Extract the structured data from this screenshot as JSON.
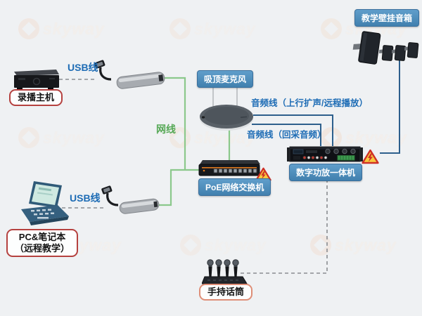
{
  "watermark": {
    "brand": "skyway"
  },
  "nodes": {
    "recorder": {
      "label": "录播主机"
    },
    "pc": {
      "label_line1": "PC&笔记本",
      "label_line2": "（远程教学）"
    },
    "handheld_mic": {
      "label": "手持话筒"
    },
    "ceiling_mic": {
      "label": "吸顶麦克风"
    },
    "poe_switch": {
      "label": "PoE网络交换机"
    },
    "amplifier": {
      "label": "数字功放一体机"
    },
    "speakers": {
      "label": "教学壁挂音箱"
    }
  },
  "cables": {
    "usb_top": {
      "label": "USB线"
    },
    "usb_bottom": {
      "label": "USB线"
    },
    "ethernet": {
      "label": "网线"
    },
    "audio_uplink": {
      "label": "音频线（上行扩声/远程播放）"
    },
    "audio_return": {
      "label": "音频线（回采音频）"
    }
  },
  "icons": {
    "warning_amplifier": "high-voltage-warning-icon",
    "warning_switch": "high-voltage-warning-icon"
  },
  "colors": {
    "background": "#eff1f3",
    "label_box_blue": "#4e8cbd",
    "label_border_red": "#b5413f",
    "label_border_salmon": "#de8e77",
    "cable_green": "#8bc88b",
    "cable_audio_navy": "#2d5f8c",
    "cable_text_blue": "#1d6cb5",
    "cable_text_green": "#55a855",
    "warning_yellow": "#f8c93e",
    "warning_red": "#ce3026"
  }
}
